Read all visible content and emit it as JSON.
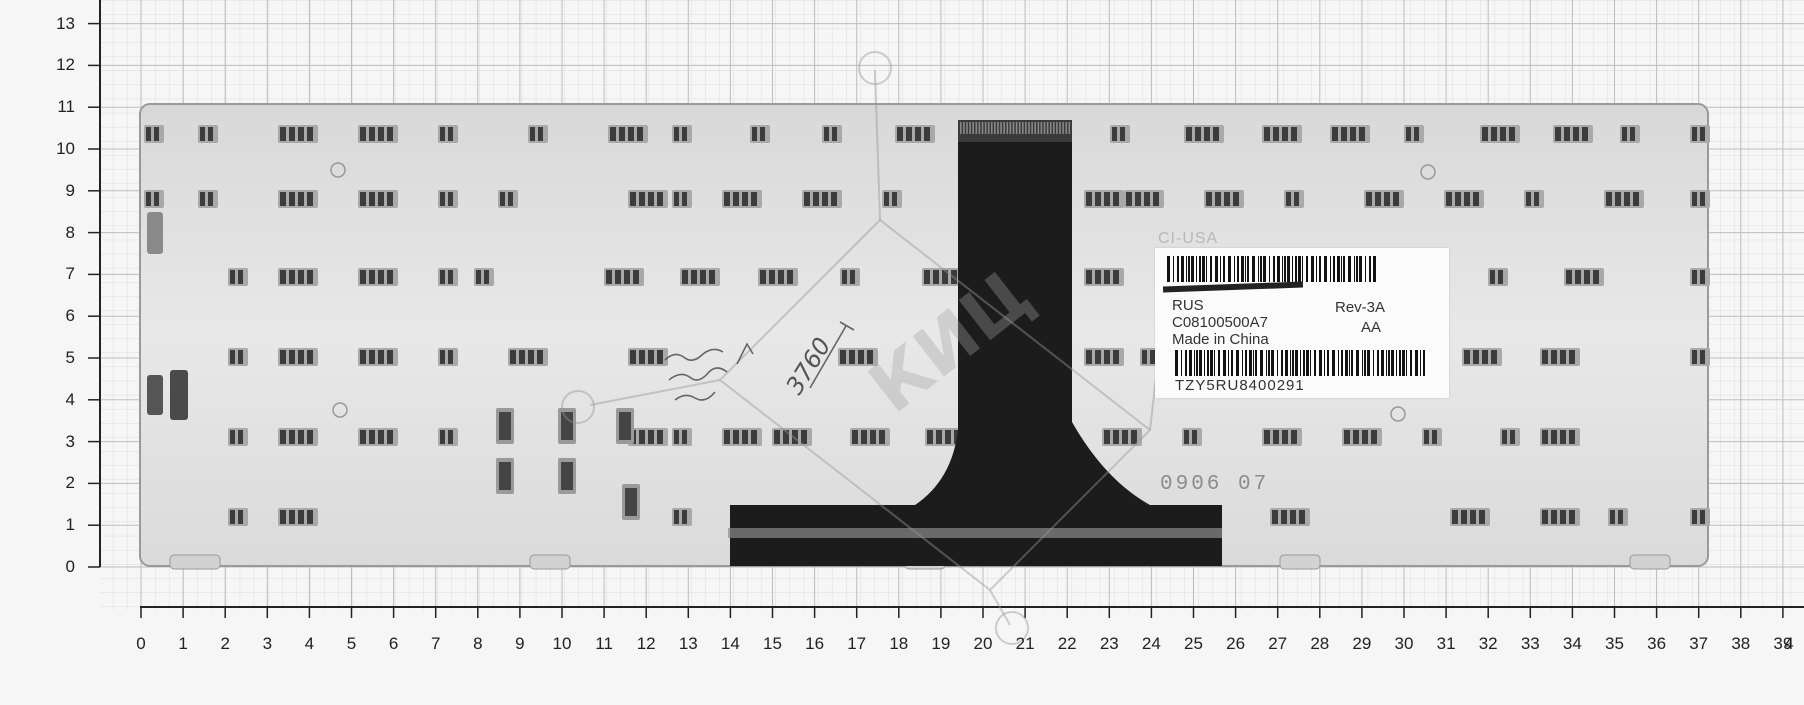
{
  "ruler": {
    "y_ticks": [
      "0",
      "1",
      "2",
      "3",
      "4",
      "5",
      "6",
      "7",
      "8",
      "9",
      "10",
      "11",
      "12",
      "13"
    ],
    "x_ticks": [
      "0",
      "1",
      "2",
      "3",
      "4",
      "5",
      "6",
      "7",
      "8",
      "9",
      "10",
      "11",
      "12",
      "13",
      "14",
      "15",
      "16",
      "17",
      "18",
      "19",
      "20",
      "21",
      "22",
      "23",
      "24",
      "25",
      "26",
      "27",
      "28",
      "29",
      "30",
      "31",
      "32",
      "33",
      "34",
      "35",
      "36",
      "37",
      "38",
      "39",
      "4"
    ]
  },
  "sticker": {
    "lang": "RUS",
    "part_number": "C08100500A7",
    "origin": "Made in China",
    "revision": "Rev-3A",
    "revision_sub": "AA",
    "serial": "TZY5RU8400291"
  },
  "embossed_text": {
    "model": "CI-USA",
    "date_code": "0906 07"
  },
  "handwriting": {
    "note_1": "3760"
  },
  "watermark": {
    "text": "КИЦ"
  },
  "colors": {
    "grid_line": "#c9c9c9",
    "plate": "#e3e3e3",
    "ribbon": "#1c1c1c"
  }
}
